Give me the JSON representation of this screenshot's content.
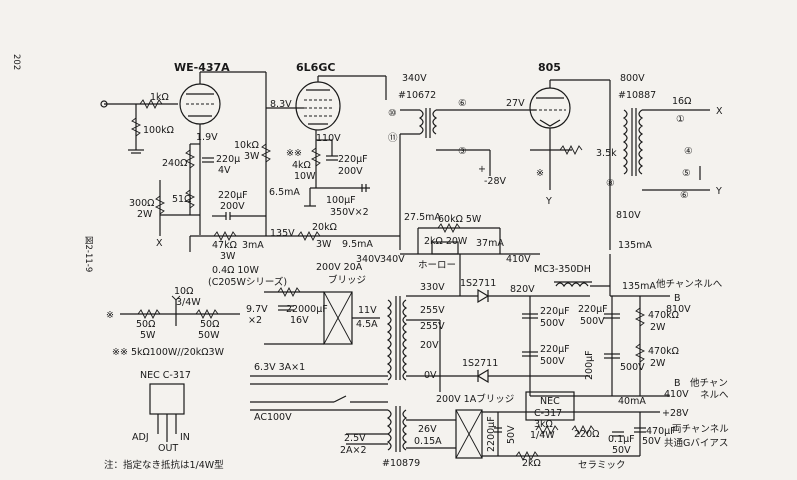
{
  "page_number": "202",
  "fig_label": "図2-11-9",
  "tubes": {
    "input": "WE-437A",
    "driver": "6L6GC",
    "output": "805"
  },
  "left": {
    "r_grid": "1kΩ",
    "r_leak": "100kΩ",
    "v_plate": "1.9V",
    "r_240": "240Ω",
    "c_220": "220μ",
    "c_220v": "4V",
    "r_51": "51Ω",
    "r_300": "300Ω",
    "r_300w": "2W",
    "out_x": "X",
    "v_83": "8.3V",
    "r_10k": "10kΩ",
    "r_10kw": "3W",
    "i_65": "6.5mA",
    "c_220b": "220μF",
    "c_220bv": "200V",
    "v_135": "135V",
    "r_47k": "47kΩ",
    "r_47kw": "3W",
    "i_3": "3mA",
    "r_20k": "20kΩ",
    "r_20kw": "3W",
    "i_95": "9.5mA",
    "heater_r": "0.4Ω 10W",
    "heater_note": "(C205Wシリーズ)"
  },
  "driver": {
    "v_110": "110V",
    "mark": "※※",
    "r_4k": "4kΩ",
    "r_4kw": "10W",
    "c_220": "220μF",
    "c_220v": "200V",
    "c_100": "100μF",
    "c_100v": "350V×2",
    "v_340": "340V",
    "i_275": "27.5mA",
    "r_60k": "60kΩ 5W",
    "r_2k": "2kΩ 20W",
    "horo": "ホーロー",
    "i_37": "37mA",
    "v_340b": "340V"
  },
  "interstage": {
    "v_top": "340V",
    "part": "#10672",
    "pins": [
      "⑩",
      "⑪",
      "⑥",
      "③"
    ],
    "v_27": "27V",
    "v_m28": "-28V",
    "plus": "+"
  },
  "output": {
    "v_800": "800V",
    "part": "#10887",
    "pins": [
      "⑧"
    ],
    "r_ohm": "3.5k",
    "imp": "16Ω",
    "terms": [
      "①",
      "④",
      "⑤",
      "⑥"
    ],
    "out_x": "X",
    "out_y": "Y",
    "star": "※",
    "cath_y": "Y",
    "v_810": "810V",
    "i_135": "135mA"
  },
  "psu": {
    "bridge_top": "200V 20A",
    "bridge_top2": "ブリッジ",
    "v_97": "9.7V",
    "x2": "×2",
    "c_22000": "22000μF",
    "c_22000v": "16V",
    "w_11v": "11V",
    "w_45a": "4.5A",
    "tap_330": "330V",
    "tap_255a": "255V",
    "tap_255b": "255V",
    "tap_20": "20V",
    "tap_0": "0V",
    "diode1": "1S2711",
    "diode2": "1S2711",
    "v_410": "410V",
    "v_820": "820V",
    "choke": "MC3-350DH",
    "i_135": "135mA",
    "c1": "220μF",
    "c1v": "500V",
    "c2": "220μF",
    "c2v": "500V",
    "c3": "220μF",
    "c3v": "500V",
    "c4": "200μF",
    "c4v": "500V",
    "r1": "470kΩ",
    "r1w": "2W",
    "r2": "470kΩ",
    "r2w": "2W",
    "to_other1": "他チャンネルへ",
    "b1": "B",
    "v_810": "810V",
    "to_other2": "他チャン",
    "to_other2b": "ネルへ",
    "b2": "B",
    "v_410b": "410V",
    "i_40": "40mA",
    "h_63": "6.3V 3A×1",
    "ac": "AC100V",
    "h_25": "2.5V",
    "h_25a": "2A×2",
    "part": "#10879",
    "bridge2": "200V 1Aブリッジ",
    "w_26": "26V",
    "w_015": "0.15A",
    "c_2200": "2200μF",
    "c_2200v": "50V",
    "reg": "NEC",
    "reg2": "C-317",
    "r_3k": "3kΩ",
    "r_3kw": "1/4W",
    "r_220": "220Ω",
    "r_2k": "2kΩ",
    "c_01": "0.1μF",
    "c_01v": "50V",
    "c_470": "470μF",
    "c_470v": "50V",
    "v_28": "+28V",
    "bias": "両チャンネル",
    "bias2": "共通Gバイアス",
    "ceramic": "セラミック"
  },
  "fil": {
    "r_10": "10Ω",
    "r_10w": "3/4W",
    "mark": "※",
    "r_50a": "50Ω",
    "r_50aw": "5W",
    "r_50b": "50Ω",
    "r_50bw": "50W",
    "note": "※※ 5kΩ100W//20kΩ3W"
  },
  "pinout": {
    "title": "NEC C-317",
    "adj": "ADJ",
    "out": "OUT",
    "in": "IN"
  },
  "footnote": "注：指定なき抵抗は1/4W型"
}
